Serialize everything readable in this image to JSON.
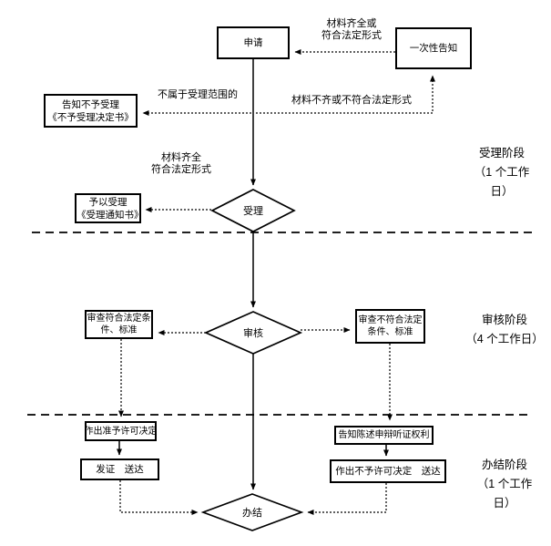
{
  "nodes": {
    "apply": "申请",
    "one_time_notice": "一次性告知",
    "notify_not_accept": "告知不予受理\n《不予受理决定书》",
    "accept": "受理",
    "grant_accept": "予以受理\n《受理通知书》",
    "review": "审核",
    "review_pass": "审查符合法定条\n件、标准",
    "review_fail": "审查不符合法定\n条件、标准",
    "grant_decision": "作出准予许可决定",
    "issue_deliver": "发证　送达",
    "notify_rights": "告知陈述申辩听证权利",
    "deny_decision": "作出不予许可决定　送达",
    "complete": "办结"
  },
  "edge_labels": {
    "materials_complete_or_legal": "材料齐全或\n符合法定形式",
    "not_in_scope": "不属于受理范围的",
    "materials_incomplete": "材料不齐或不符合法定形式",
    "materials_complete_legal": "材料齐全\n符合法定形式"
  },
  "stages": {
    "acceptance": "受理阶段\n（1 个工作\n日）",
    "review": "审核阶段\n（4 个工作日）",
    "completion": "办结阶段\n（1 个工作\n日）"
  },
  "colors": {
    "line": "#000000",
    "background": "#ffffff"
  }
}
